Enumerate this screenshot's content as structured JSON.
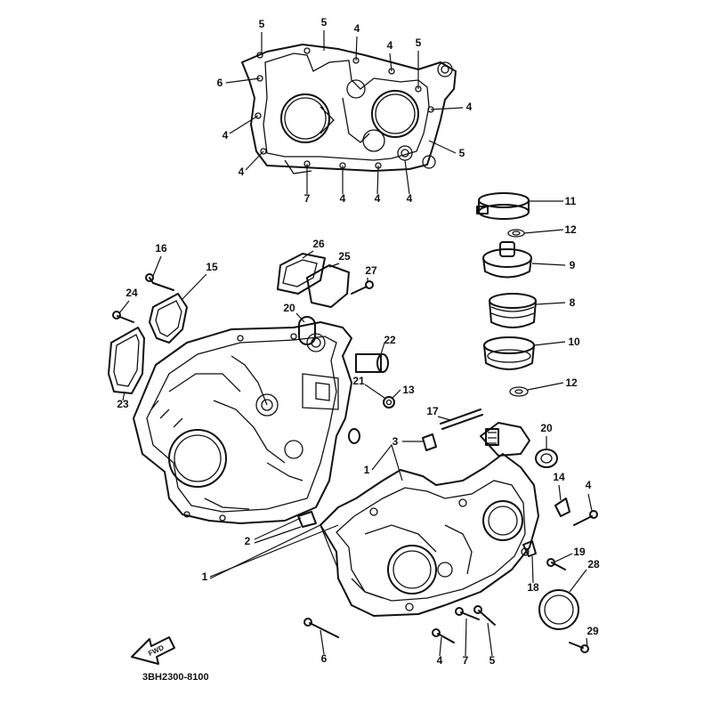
{
  "diagram_code": "3BH2300-8100",
  "forward_label": "FWD",
  "callouts": [
    {
      "id": "top-5a",
      "label": "5"
    },
    {
      "id": "top-5b",
      "label": "5"
    },
    {
      "id": "top-4a",
      "label": "4"
    },
    {
      "id": "top-4b",
      "label": "4"
    },
    {
      "id": "top-5c",
      "label": "5"
    },
    {
      "id": "top-6",
      "label": "6"
    },
    {
      "id": "top-4c",
      "label": "4"
    },
    {
      "id": "top-4d",
      "label": "4"
    },
    {
      "id": "top-4e",
      "label": "4"
    },
    {
      "id": "top-5d",
      "label": "5"
    },
    {
      "id": "top-7",
      "label": "7"
    },
    {
      "id": "top-4f",
      "label": "4"
    },
    {
      "id": "top-4g",
      "label": "4"
    },
    {
      "id": "top-4h",
      "label": "4"
    },
    {
      "id": "c11",
      "label": "11"
    },
    {
      "id": "c12a",
      "label": "12"
    },
    {
      "id": "c9",
      "label": "9"
    },
    {
      "id": "c8",
      "label": "8"
    },
    {
      "id": "c10",
      "label": "10"
    },
    {
      "id": "c12b",
      "label": "12"
    },
    {
      "id": "c16",
      "label": "16"
    },
    {
      "id": "c15",
      "label": "15"
    },
    {
      "id": "c26",
      "label": "26"
    },
    {
      "id": "c25",
      "label": "25"
    },
    {
      "id": "c27",
      "label": "27"
    },
    {
      "id": "c24",
      "label": "24"
    },
    {
      "id": "c20a",
      "label": "20"
    },
    {
      "id": "c22",
      "label": "22"
    },
    {
      "id": "c21",
      "label": "21"
    },
    {
      "id": "c13",
      "label": "13"
    },
    {
      "id": "c23",
      "label": "23"
    },
    {
      "id": "c17",
      "label": "17"
    },
    {
      "id": "c3",
      "label": "3"
    },
    {
      "id": "c1a",
      "label": "1"
    },
    {
      "id": "c20b",
      "label": "20"
    },
    {
      "id": "c14",
      "label": "14"
    },
    {
      "id": "c4a",
      "label": "4"
    },
    {
      "id": "c2",
      "label": "2"
    },
    {
      "id": "c1b",
      "label": "1"
    },
    {
      "id": "c19",
      "label": "19"
    },
    {
      "id": "c28",
      "label": "28"
    },
    {
      "id": "c18",
      "label": "18"
    },
    {
      "id": "c29",
      "label": "29"
    },
    {
      "id": "c6",
      "label": "6"
    },
    {
      "id": "c4b",
      "label": "4"
    },
    {
      "id": "c7",
      "label": "7"
    },
    {
      "id": "c5",
      "label": "5"
    }
  ]
}
